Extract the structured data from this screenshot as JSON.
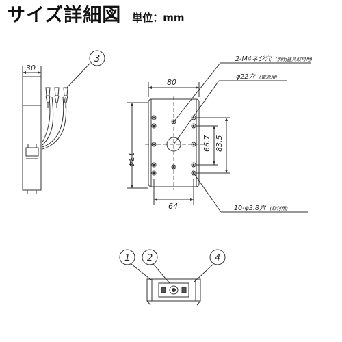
{
  "header": {
    "title": "サイズ詳細図",
    "unit_label": "単位：mm"
  },
  "side_view": {
    "dim_width": "30",
    "callout": "3"
  },
  "front_view": {
    "dim_top": "80",
    "dim_height": "134",
    "dim_inner_v1": "66.7",
    "dim_inner_v2": "83.5",
    "dim_bottom": "64",
    "note_m4_main": "2-M4ネジ穴",
    "note_m4_sub": "(照明器具取付用)",
    "note_22_main": "φ22穴",
    "note_22_sub": "(電源用)",
    "note_38_main": "10-φ3.8穴",
    "note_38_sub": "(取付用)"
  },
  "bottom_view": {
    "callouts": [
      "1",
      "2",
      "4"
    ]
  }
}
